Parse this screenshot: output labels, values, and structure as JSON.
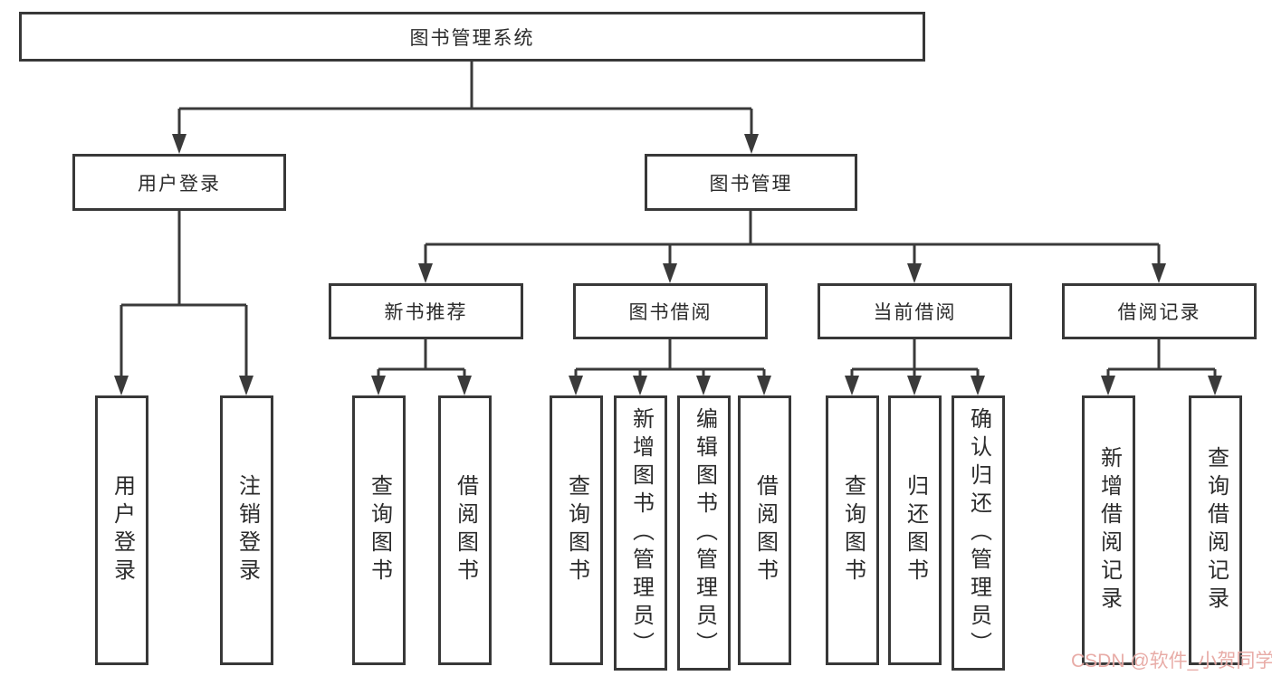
{
  "colors": {
    "line": "#3a3a3a",
    "boxborder": "#383838",
    "text": "#2b2b2b",
    "watermark": "#e7a5a0"
  },
  "watermark": {
    "text": "CSDN @软件_小贺同学"
  },
  "tree": {
    "label": "图书管理系统",
    "children": [
      {
        "label": "用户登录",
        "children": [
          {
            "label": "用户登录"
          },
          {
            "label": "注销登录"
          }
        ]
      },
      {
        "label": "图书管理",
        "children": [
          {
            "label": "新书推荐",
            "children": [
              {
                "label": "查询图书"
              },
              {
                "label": "借阅图书"
              }
            ]
          },
          {
            "label": "图书借阅",
            "children": [
              {
                "label": "查询图书"
              },
              {
                "label": "新增图书（管理员）"
              },
              {
                "label": "编辑图书（管理员）"
              },
              {
                "label": "借阅图书"
              }
            ]
          },
          {
            "label": "当前借阅",
            "children": [
              {
                "label": "查询图书"
              },
              {
                "label": "归还图书"
              },
              {
                "label": "确认归还（管理员）"
              }
            ]
          },
          {
            "label": "借阅记录",
            "children": [
              {
                "label": "新增借阅记录"
              },
              {
                "label": "查询借阅记录"
              }
            ]
          }
        ]
      }
    ]
  }
}
